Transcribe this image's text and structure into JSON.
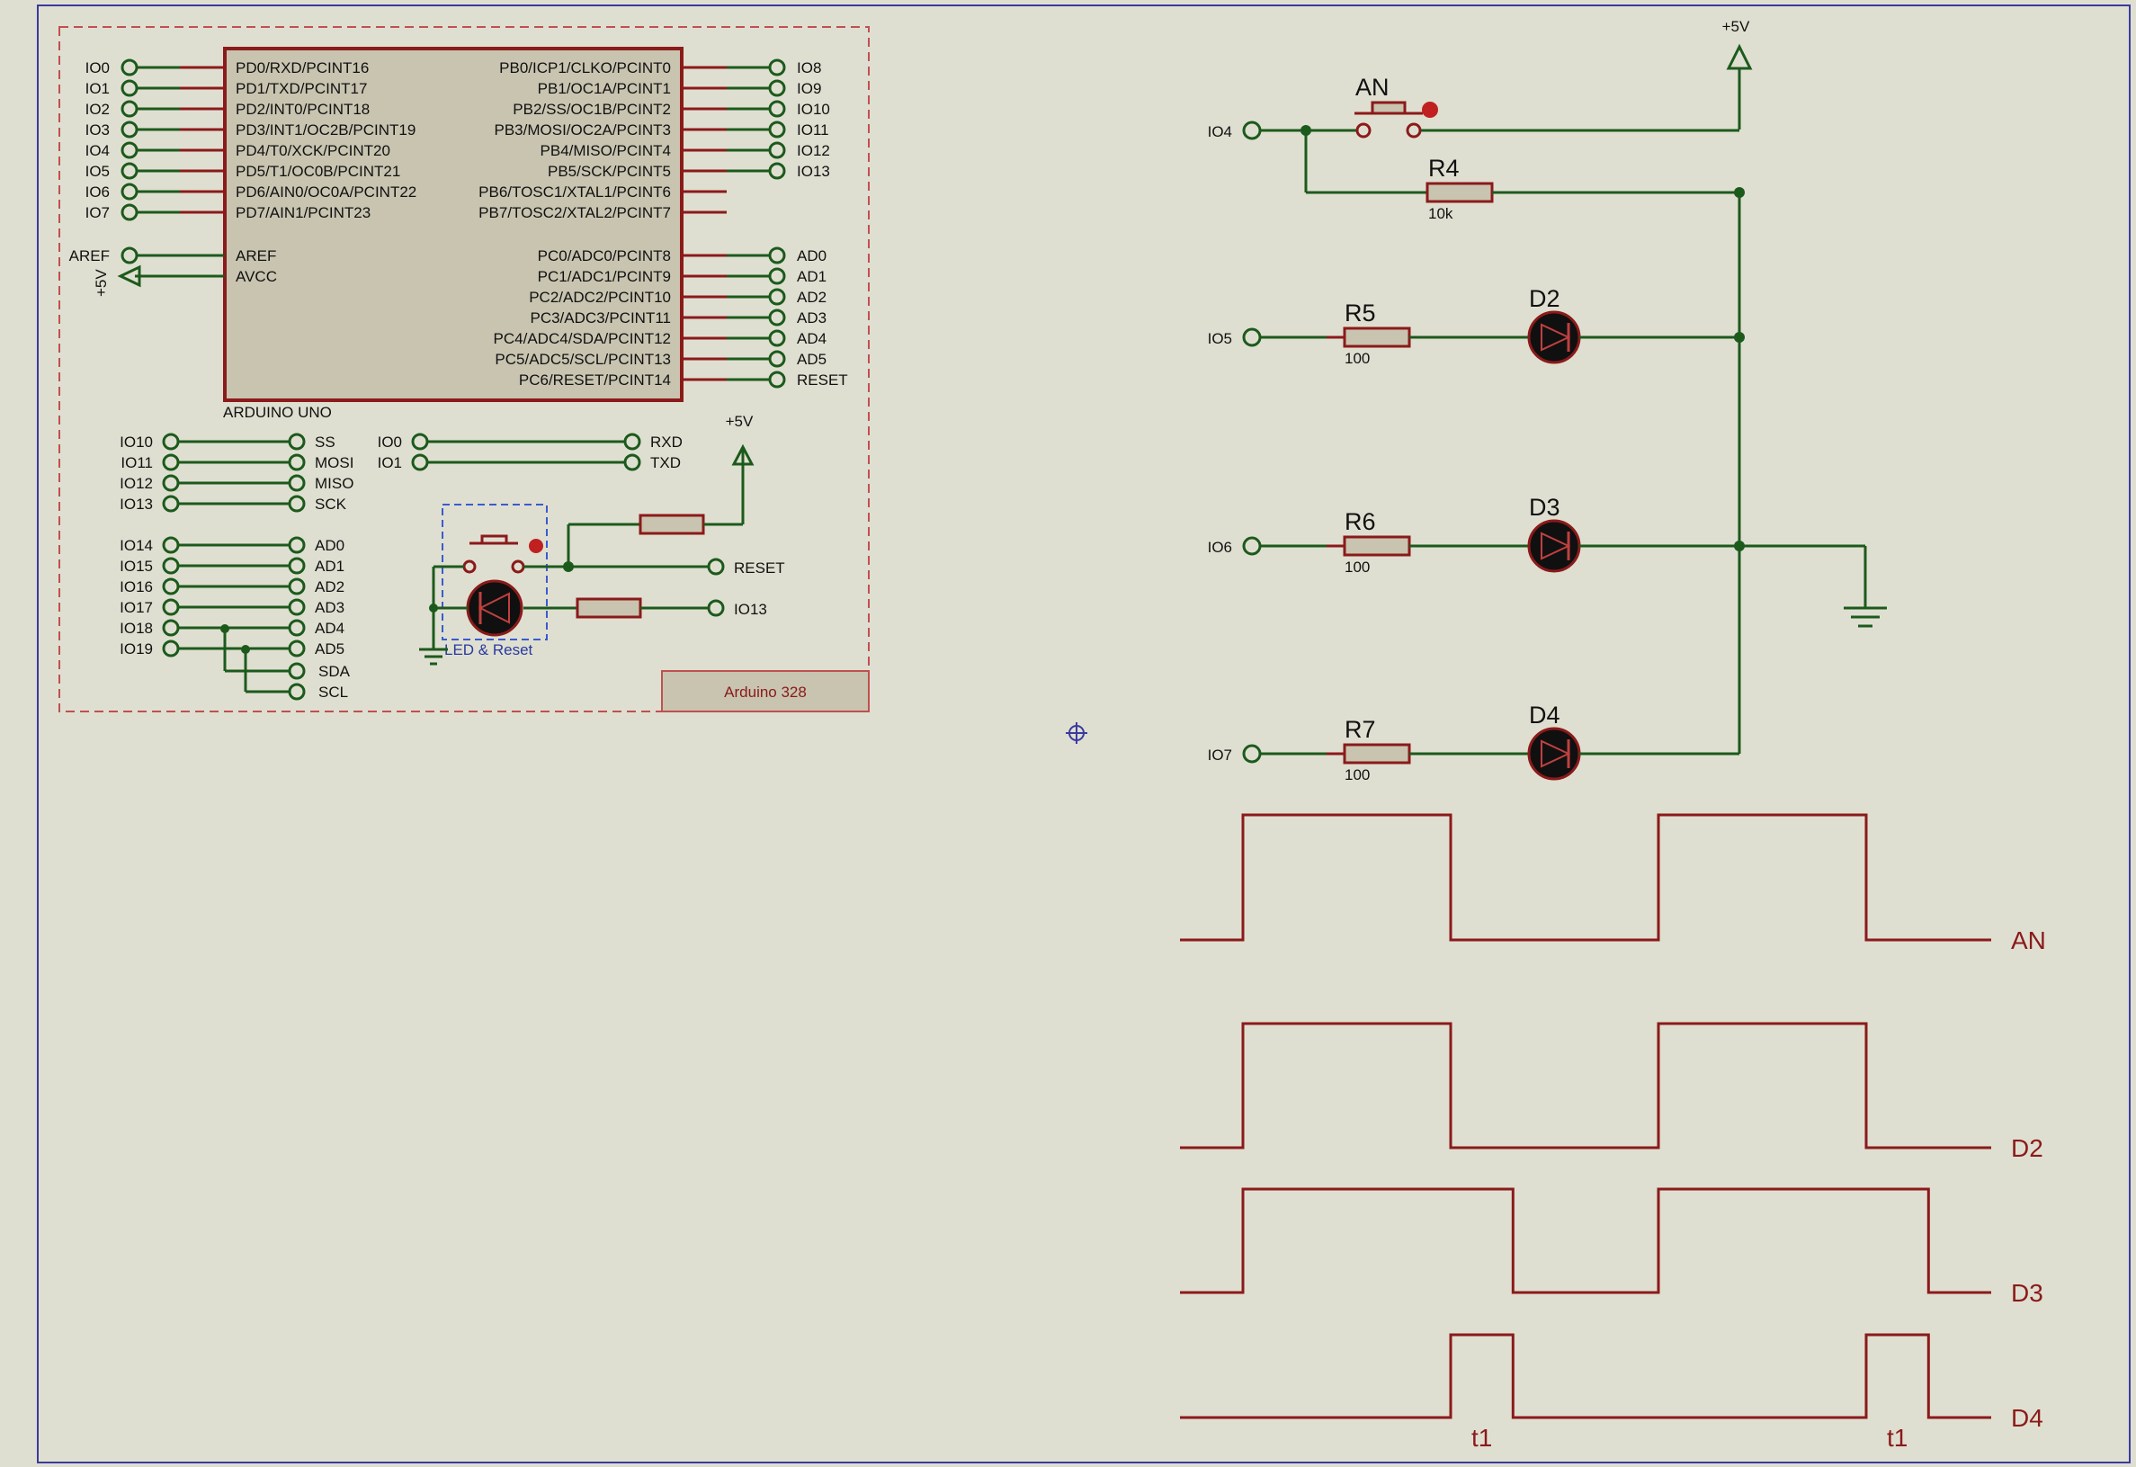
{
  "arduino": {
    "left_pins": [
      {
        "label": "IO0",
        "pin": "PD0/RXD/PCINT16"
      },
      {
        "label": "IO1",
        "pin": "PD1/TXD/PCINT17"
      },
      {
        "label": "IO2",
        "pin": "PD2/INT0/PCINT18"
      },
      {
        "label": "IO3",
        "pin": "PD3/INT1/OC2B/PCINT19"
      },
      {
        "label": "IO4",
        "pin": "PD4/T0/XCK/PCINT20"
      },
      {
        "label": "IO5",
        "pin": "PD5/T1/OC0B/PCINT21"
      },
      {
        "label": "IO6",
        "pin": "PD6/AIN0/OC0A/PCINT22"
      },
      {
        "label": "IO7",
        "pin": "PD7/AIN1/PCINT23"
      }
    ],
    "right_pins_b": [
      {
        "label": "IO8",
        "pin": "PB0/ICP1/CLKO/PCINT0"
      },
      {
        "label": "IO9",
        "pin": "PB1/OC1A/PCINT1"
      },
      {
        "label": "IO10",
        "pin": "PB2/SS/OC1B/PCINT2"
      },
      {
        "label": "IO11",
        "pin": "PB3/MOSI/OC2A/PCINT3"
      },
      {
        "label": "IO12",
        "pin": "PB4/MISO/PCINT4"
      },
      {
        "label": "IO13",
        "pin": "PB5/SCK/PCINT5"
      },
      {
        "label": "",
        "pin": "PB6/TOSC1/XTAL1/PCINT6"
      },
      {
        "label": "",
        "pin": "PB7/TOSC2/XTAL2/PCINT7"
      }
    ],
    "right_pins_c": [
      {
        "label": "AD0",
        "pin": "PC0/ADC0/PCINT8"
      },
      {
        "label": "AD1",
        "pin": "PC1/ADC1/PCINT9"
      },
      {
        "label": "AD2",
        "pin": "PC2/ADC2/PCINT10"
      },
      {
        "label": "AD3",
        "pin": "PC3/ADC3/PCINT11"
      },
      {
        "label": "AD4",
        "pin": "PC4/ADC4/SDA/PCINT12"
      },
      {
        "label": "AD5",
        "pin": "PC5/ADC5/SCL/PCINT13"
      },
      {
        "label": "RESET",
        "pin": "PC6/RESET/PCINT14"
      }
    ],
    "aref_label": "AREF",
    "aref_pin": "AREF",
    "avcc_pin": "AVCC",
    "plus5v": "+5V",
    "chip_name": "ARDUINO UNO",
    "spi_map": [
      [
        "IO10",
        "SS"
      ],
      [
        "IO11",
        "MOSI"
      ],
      [
        "IO12",
        "MISO"
      ],
      [
        "IO13",
        "SCK"
      ]
    ],
    "serial_map": [
      [
        "IO0",
        "RXD"
      ],
      [
        "IO1",
        "TXD"
      ]
    ],
    "analog_map": [
      [
        "IO14",
        "AD0"
      ],
      [
        "IO15",
        "AD1"
      ],
      [
        "IO16",
        "AD2"
      ],
      [
        "IO17",
        "AD3"
      ],
      [
        "IO18",
        "AD4"
      ],
      [
        "IO19",
        "AD5"
      ]
    ],
    "i2c_labels": [
      "SDA",
      "SCL"
    ],
    "reset_label": "RESET",
    "io13_label": "IO13",
    "led_reset_label": "LED & Reset",
    "module_title": "Arduino 328"
  },
  "circuit": {
    "plus5v": "+5V",
    "io4": "IO4",
    "io5": "IO5",
    "io6": "IO6",
    "io7": "IO7",
    "an": "AN",
    "r4": "R4",
    "r4_val": "10k",
    "r5": "R5",
    "r5_val": "100",
    "r6": "R6",
    "r6_val": "100",
    "r7": "R7",
    "r7_val": "100",
    "d2": "D2",
    "d3": "D3",
    "d4": "D4"
  },
  "timing": {
    "signals": [
      {
        "name": "AN",
        "edges": [
          0,
          0.5,
          1.0,
          1.5
        ]
      },
      {
        "name": "D2",
        "edges": [
          0,
          0.5,
          1.0,
          1.5
        ]
      },
      {
        "name": "D3",
        "edges": [
          0,
          0.65,
          1.0,
          1.65
        ]
      },
      {
        "name": "D4",
        "edges": [
          0.5,
          0.65,
          1.5,
          1.65
        ]
      }
    ],
    "marker": "t1"
  }
}
